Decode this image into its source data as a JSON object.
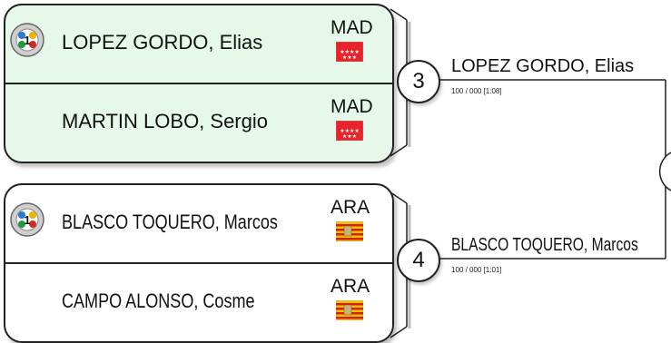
{
  "matches": [
    {
      "number": "3",
      "winner": "LOPEZ GORDO, Elias",
      "score": "100 / 000 [1:08]",
      "players": [
        {
          "name": "LOPEZ GORDO, Elias",
          "club": "MAD",
          "flag": "madrid-flag-icon",
          "seeded": true
        },
        {
          "name": "MARTIN LOBO, Sergio",
          "club": "MAD",
          "flag": "madrid-flag-icon",
          "seeded": false
        }
      ]
    },
    {
      "number": "4",
      "winner": "BLASCO TOQUERO, Marcos",
      "score": "100 / 000 [1:01]",
      "players": [
        {
          "name": "BLASCO TOQUERO, Marcos",
          "club": "ARA",
          "flag": "aragon-flag-icon",
          "seeded": true
        },
        {
          "name": "CAMPO ALONSO, Cosme",
          "club": "ARA",
          "flag": "aragon-flag-icon",
          "seeded": false
        }
      ]
    }
  ],
  "colors": {
    "card_green": "#e6f8ea",
    "card_white": "#ffffff",
    "madrid_red": "#e8232a",
    "aragon_yellow": "#f5c400",
    "aragon_red": "#d81e05"
  }
}
